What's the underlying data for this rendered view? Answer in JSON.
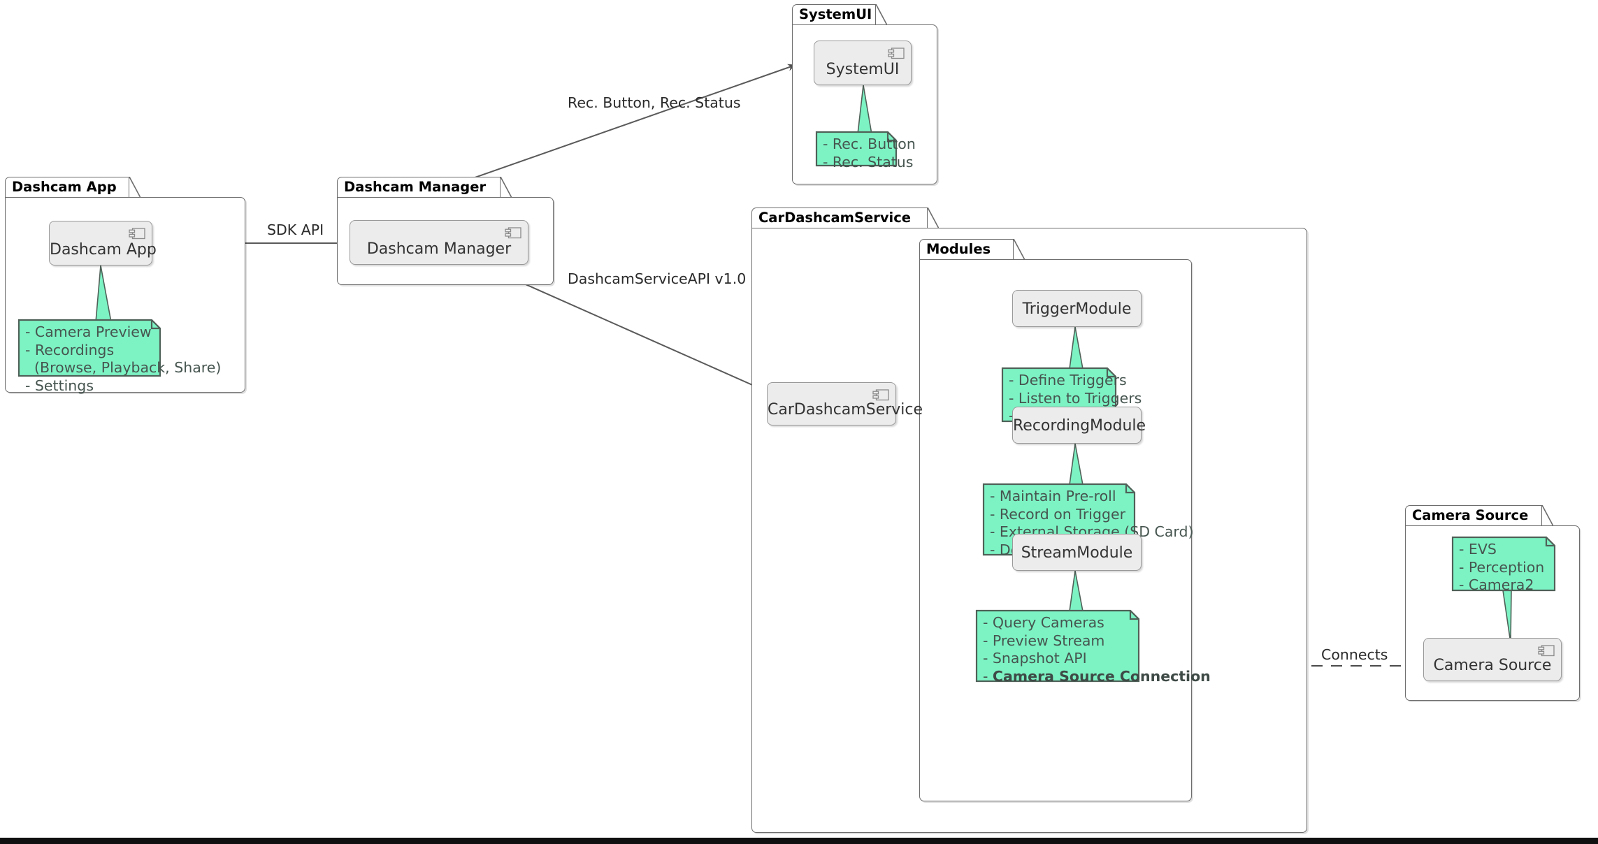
{
  "diagram": {
    "type": "uml-component-diagram",
    "colors": {
      "note_fill": "#7df3c4",
      "note_border": "#4f6158",
      "component_fill": "#ececec",
      "component_border": "#999999",
      "package_border": "#6d6d6d",
      "edge": "#5a5a5a",
      "text": "#333333",
      "bottom_band": "#101010"
    },
    "packages": [
      {
        "id": "dashcam-app",
        "title": "Dashcam App",
        "component": {
          "label": "Dashcam App",
          "icon": "component-icon"
        },
        "note": {
          "lines": [
            "- Camera Preview",
            "- Recordings",
            "  (Browse, Playback, Share)",
            "- Settings"
          ]
        }
      },
      {
        "id": "dashcam-manager",
        "title": "Dashcam Manager",
        "component": {
          "label": "Dashcam Manager",
          "icon": "component-icon"
        }
      },
      {
        "id": "system-ui",
        "title": "SystemUI",
        "component": {
          "label": "SystemUI",
          "icon": "component-icon"
        },
        "note": {
          "lines": [
            "- Rec. Button",
            "- Rec. Status"
          ]
        }
      },
      {
        "id": "car-dashcam-service",
        "title": "CarDashcamService",
        "component": {
          "label": "CarDashcamService",
          "icon": "component-icon"
        },
        "subpackage": {
          "id": "modules",
          "title": "Modules",
          "modules": [
            {
              "id": "trigger-module",
              "label": "TriggerModule",
              "note": {
                "lines": [
                  "- Define Triggers",
                  "- Listen to Triggers",
                  "- Handle Triggers"
                ]
              }
            },
            {
              "id": "recording-module",
              "label": "RecordingModule",
              "note": {
                "lines": [
                  "- Maintain Pre-roll",
                  "- Record on Trigger",
                  "- External Storage (SD Card)",
                  "- Delete Recordings"
                ]
              }
            },
            {
              "id": "stream-module",
              "label": "StreamModule",
              "note": {
                "lines": [
                  "- Query Cameras",
                  "- Preview Stream",
                  "- Snapshot API"
                ],
                "bold_line": "- Camera Source Connection",
                "bold_prefix": "- ",
                "bold_text": "Camera Source Connection"
              }
            }
          ]
        }
      },
      {
        "id": "camera-source",
        "title": "Camera Source",
        "component": {
          "label": "Camera Source",
          "icon": "component-icon"
        },
        "note": {
          "lines": [
            "- EVS",
            "- Perception",
            "- Camera2"
          ]
        }
      }
    ],
    "edges": [
      {
        "id": "app-to-manager",
        "from": "Dashcam App",
        "to": "Dashcam Manager",
        "label": "SDK API",
        "style": "solid",
        "arrow": "open"
      },
      {
        "id": "manager-to-systemui",
        "from": "Dashcam Manager",
        "to": "SystemUI",
        "label": "Rec. Button, Rec. Status",
        "style": "solid",
        "arrow": "open"
      },
      {
        "id": "manager-to-service",
        "from": "Dashcam Manager",
        "to": "CarDashcamService",
        "label": "DashcamServiceAPI v1.0",
        "style": "solid",
        "arrow": "open"
      },
      {
        "id": "service-to-trigger",
        "from": "CarDashcamService",
        "to": "TriggerModule",
        "label": "",
        "style": "solid",
        "arrow": "open"
      },
      {
        "id": "service-to-recording",
        "from": "CarDashcamService",
        "to": "RecordingModule",
        "label": "",
        "style": "solid",
        "arrow": "open"
      },
      {
        "id": "service-to-stream",
        "from": "CarDashcamService",
        "to": "StreamModule",
        "label": "",
        "style": "solid-curved",
        "arrow": "open"
      },
      {
        "id": "stream-to-camera-source",
        "from": "StreamModule",
        "to": "Camera Source",
        "label": "Connects",
        "style": "dashed",
        "arrow": "none"
      }
    ]
  }
}
